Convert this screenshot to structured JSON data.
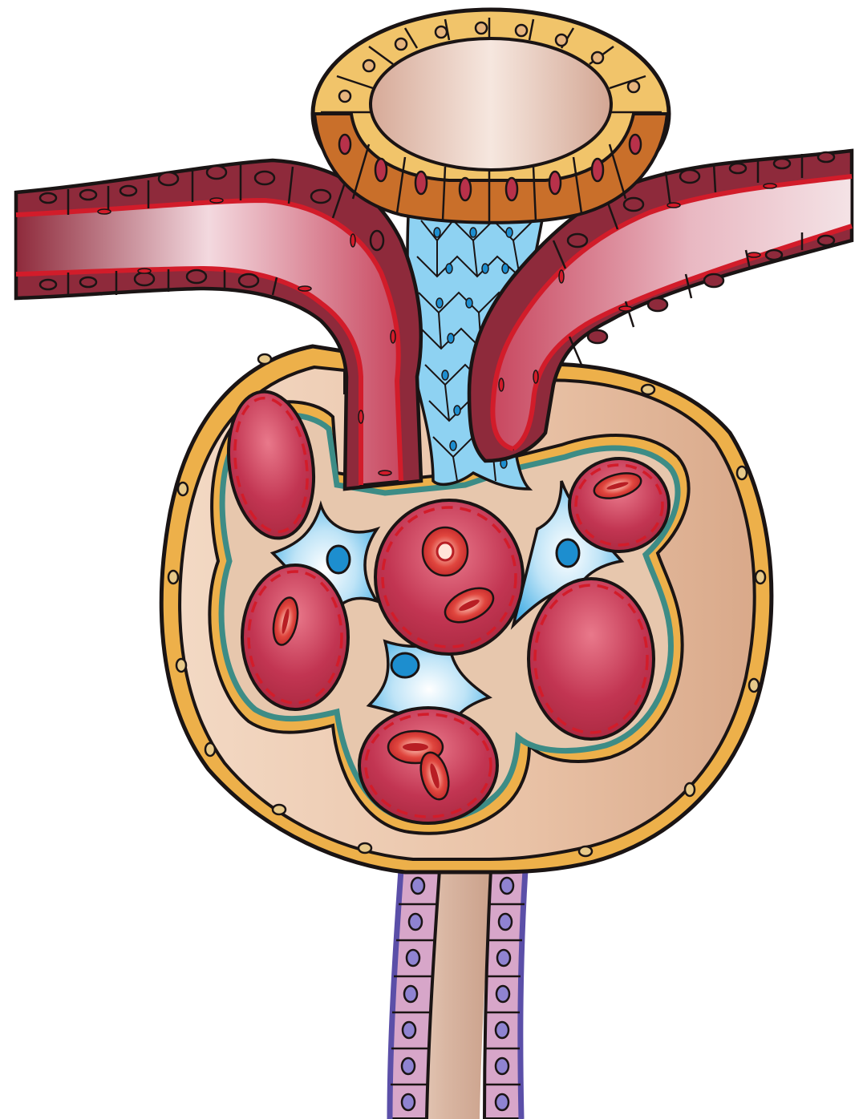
{
  "figure": {
    "labels": [],
    "colors": {
      "outline": "#1a1414",
      "arteriole_wall": "#6e1f2b",
      "arteriole_lumen": "#c8475f",
      "capillary": "#c23552",
      "capillary_endothelium": "#d21c2a",
      "blood_cell": "#d8242e",
      "mesangial": "#7ec9ee",
      "mesangial_nucleus": "#1d8ecf",
      "bowman_capsule": "#edb04a",
      "bowman_space": "#eecfb6",
      "basement_membrane": "#3d8c86",
      "macula_densa": "#c96f2a",
      "distal_tubule": "#f1c46a",
      "proximal_tubule": "#d7a6c9",
      "tubule_nucleus": "#8f83d1",
      "tubule_lumen": "#d6b3a0"
    },
    "icons": [
      "afferent-arteriole",
      "efferent-arteriole",
      "distal-tubule-macula-densa",
      "extraglomerular-mesangium",
      "bowman-capsule",
      "glomerular-capillary",
      "mesangial-cell",
      "red-blood-cell",
      "proximal-tubule"
    ]
  }
}
